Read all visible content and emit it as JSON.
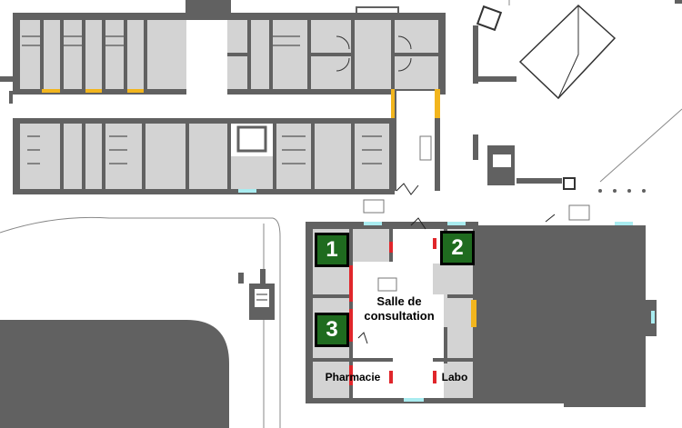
{
  "labels": {
    "salle_consultation_line1": "Salle de",
    "salle_consultation_line2": "consultation",
    "pharmacie": "Pharmacie",
    "labo": "Labo"
  },
  "markers": [
    {
      "number": "1"
    },
    {
      "number": "2"
    },
    {
      "number": "3"
    }
  ],
  "colors": {
    "wall": "#616161",
    "room_fill": "#d3d3d3",
    "marker_fill": "#1f6b1f",
    "door_yellow": "#f2b51d",
    "door_red": "#e0262b",
    "window_cyan": "#a9ecf0",
    "background": "#ffffff"
  }
}
